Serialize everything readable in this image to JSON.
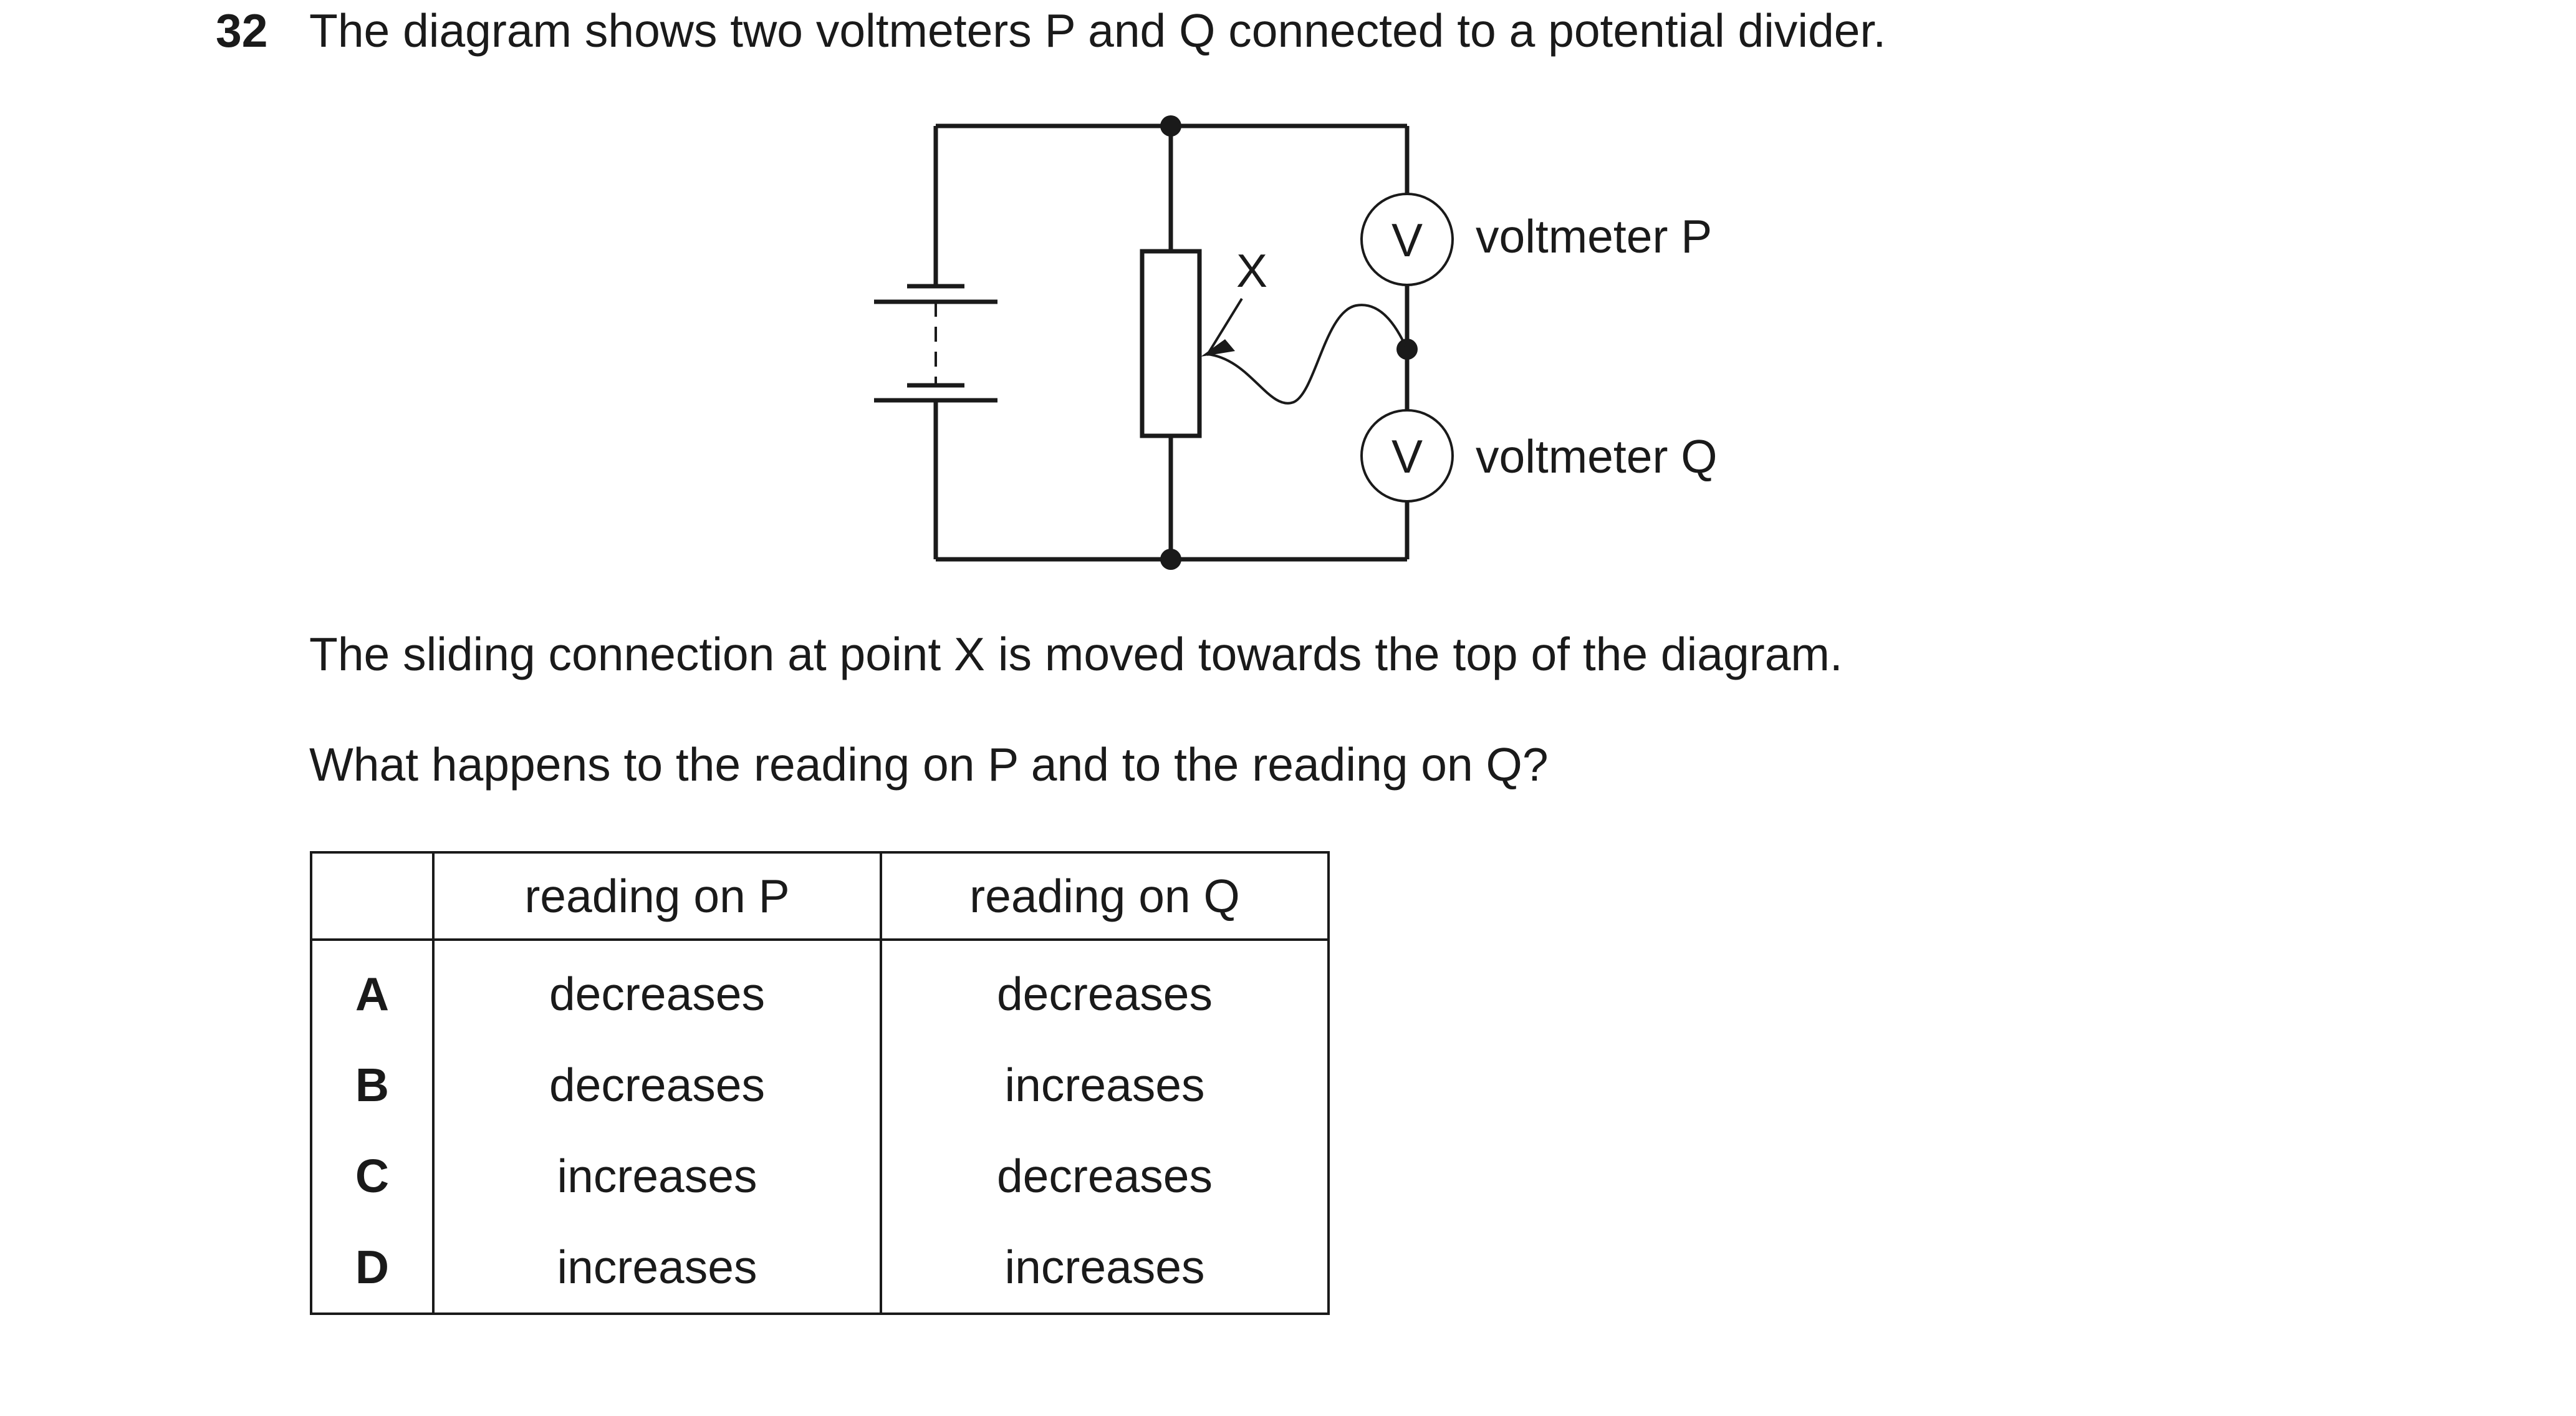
{
  "question": {
    "number": "32",
    "stem": "The diagram shows two voltmeters P and Q connected to a potential divider."
  },
  "diagram": {
    "point_label": "X",
    "meter_symbol": "V",
    "voltmeter_p_label": "voltmeter P",
    "voltmeter_q_label": "voltmeter Q"
  },
  "body": {
    "statement": "The sliding connection at point X is moved towards the top of the diagram.",
    "prompt": "What happens to the reading on P and to the reading on Q?"
  },
  "table": {
    "headers": [
      "",
      "reading on P",
      "reading on Q"
    ],
    "rows": [
      {
        "key": "A",
        "p": "decreases",
        "q": "decreases"
      },
      {
        "key": "B",
        "p": "decreases",
        "q": "increases"
      },
      {
        "key": "C",
        "p": "increases",
        "q": "decreases"
      },
      {
        "key": "D",
        "p": "increases",
        "q": "increases"
      }
    ]
  }
}
